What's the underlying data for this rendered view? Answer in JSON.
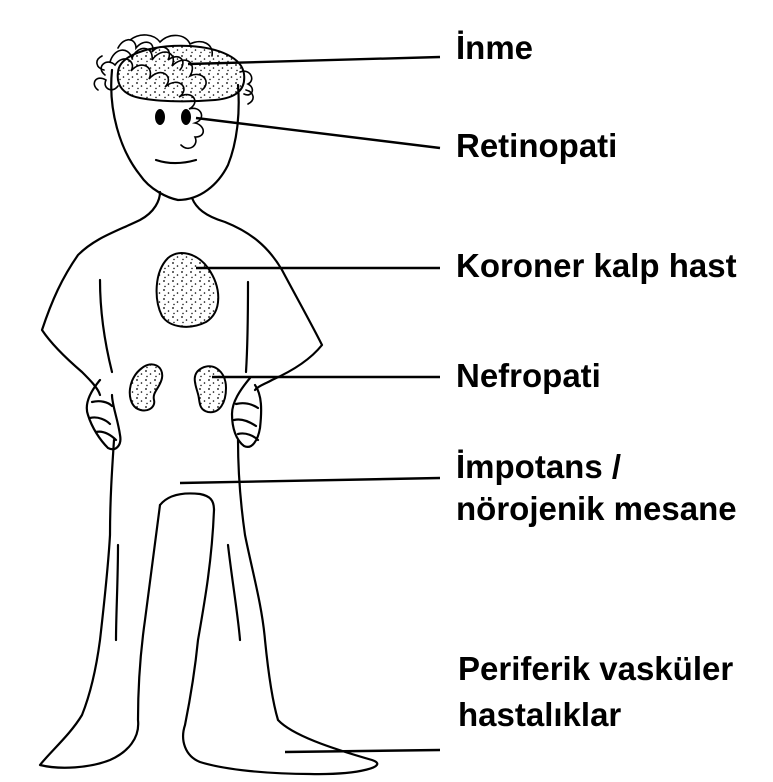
{
  "labels": {
    "stroke": "İnme",
    "retinopathy": "Retinopati",
    "coronary": "Koroner kalp hast",
    "nephropathy": "Nefropati",
    "impotence_line1": "İmpotans /",
    "impotence_line2": "nörojenik mesane",
    "peripheral_line1": "Periferik vasküler",
    "peripheral_line2": "hastalıklar"
  },
  "colors": {
    "ink": "#000000",
    "background": "#ffffff"
  }
}
